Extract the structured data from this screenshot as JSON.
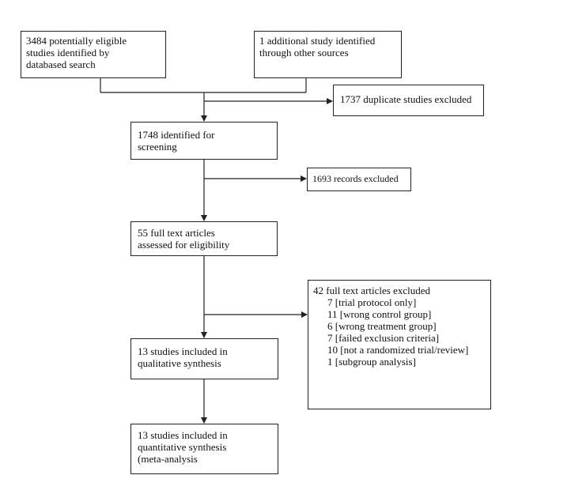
{
  "boxes": {
    "database_search": "3484 potentially eligible\nstudies identified by\ndatabased search",
    "other_sources": "1 additional study identified\nthrough other sources",
    "duplicates_excluded": "1737  duplicate studies excluded",
    "screening": "1748 identified for\nscreening",
    "records_excluded": "1693 records excluded",
    "full_text": "55 full text articles\nassessed for eligibility",
    "full_text_excluded": {
      "heading": "42 full text articles excluded",
      "items": [
        "7 [trial protocol only]",
        "11  [wrong control group]",
        "6 [wrong treatment group]",
        "7 [failed exclusion criteria]",
        "10  [not a randomized trial/review]",
        "1 [subgroup analysis]"
      ]
    },
    "qualitative": "13 studies included in\nqualitative synthesis",
    "quantitative": "13 studies included in\nquantitative  synthesis\n(meta-analysis"
  }
}
